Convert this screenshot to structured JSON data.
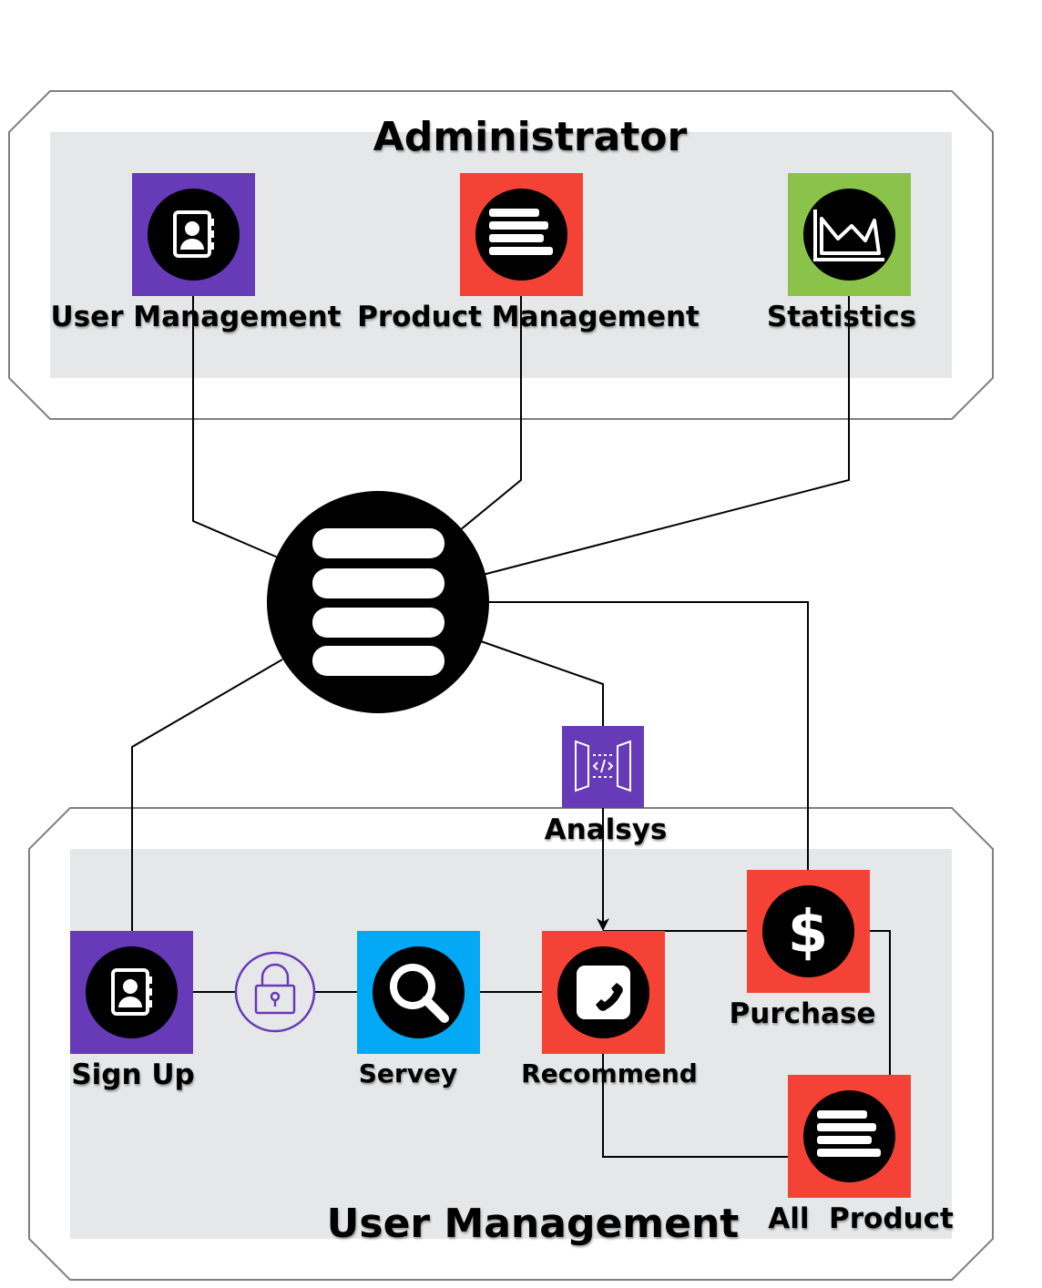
{
  "admin_group": {
    "title": "Administrator"
  },
  "user_group": {
    "title": "User Management"
  },
  "nodes": {
    "user_management": {
      "label": "User Management",
      "color": "#673ab7",
      "icon": "address-book-icon"
    },
    "product_management": {
      "label": "Product Management",
      "color": "#f44336",
      "icon": "list-icon"
    },
    "statistics": {
      "label": "Statistics",
      "color": "#8bc34a",
      "icon": "area-chart-icon"
    },
    "database": {
      "icon": "database-icon"
    },
    "analysis": {
      "label": "Analsys",
      "color": "#673ab7",
      "icon": "api-gateway-icon"
    },
    "sign_up": {
      "label": "Sign Up",
      "color": "#673ab7",
      "icon": "address-book-icon"
    },
    "lock": {
      "color": "#673ab7",
      "icon": "lock-icon"
    },
    "survey": {
      "label": "Servey",
      "color": "#03a9f4",
      "icon": "search-icon"
    },
    "recommend": {
      "label": "Recommend",
      "color": "#f44336",
      "icon": "phone-icon"
    },
    "purchase": {
      "label": "Purchase",
      "color": "#f44336",
      "icon": "dollar-icon"
    },
    "all_product": {
      "label": "All  Product",
      "color": "#f44336",
      "icon": "list-icon"
    }
  },
  "colors": {
    "group_fill": "#e6e7e8",
    "group_border": "#7f7f7f"
  }
}
